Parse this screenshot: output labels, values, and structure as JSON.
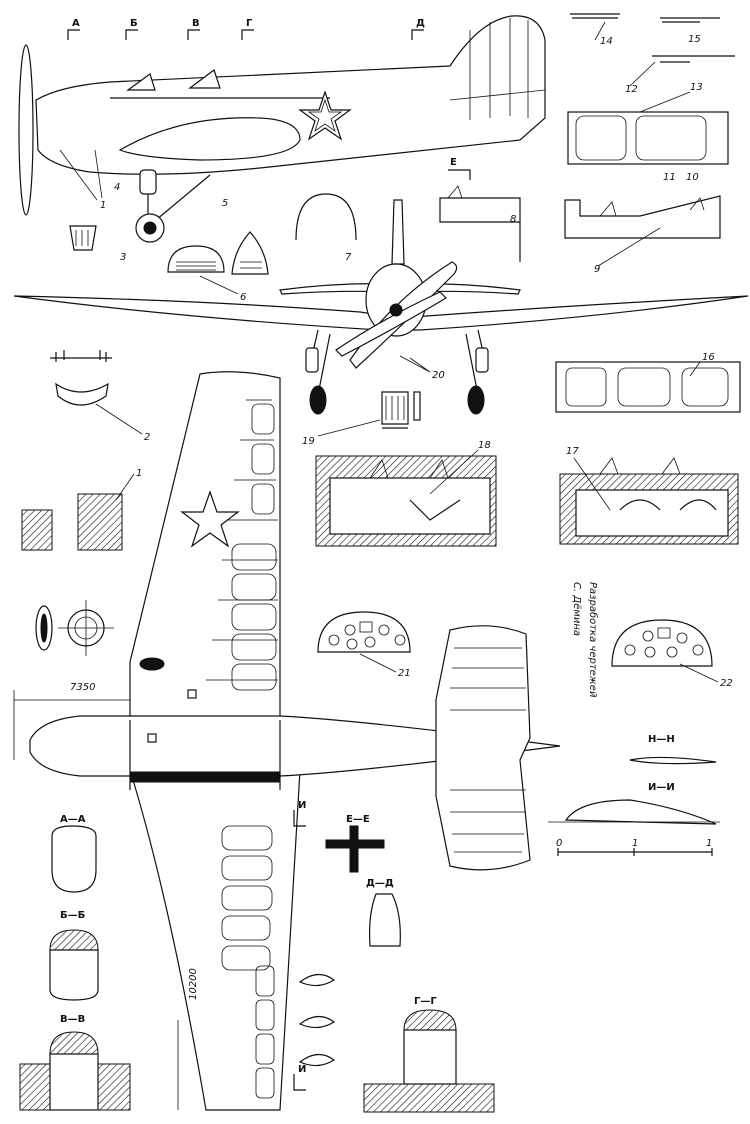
{
  "section_marks": [
    "А",
    "Б",
    "В",
    "Г",
    "Д",
    "Е",
    "И"
  ],
  "section_titles": {
    "aa": "А—А",
    "bb": "Б—Б",
    "vv": "В—В",
    "gg": "Г—Г",
    "dd": "Д—Д",
    "ee": "Е—Е",
    "ii": "И—И",
    "kk": "Н—Н"
  },
  "callouts": {
    "c1": "1",
    "c2": "2",
    "c3": "3",
    "c4": "4",
    "c5": "5",
    "c6": "6",
    "c7": "7",
    "c8": "8",
    "c9": "9",
    "c10": "10",
    "c11": "11",
    "c12": "12",
    "c13": "13",
    "c14": "14",
    "c15": "15",
    "c16": "16",
    "c17": "17",
    "c18": "18",
    "c19": "19",
    "c20": "20",
    "c21": "21",
    "c22": "22"
  },
  "dimensions": {
    "length": "7350",
    "span": "10200"
  },
  "scale": {
    "zero": "0",
    "one": "1",
    "two": "1"
  },
  "credit": {
    "line1": "Разработка чертежей",
    "line2": "С. Дёмина"
  },
  "colors": {
    "ink": "#111111",
    "paper": "#ffffff"
  }
}
